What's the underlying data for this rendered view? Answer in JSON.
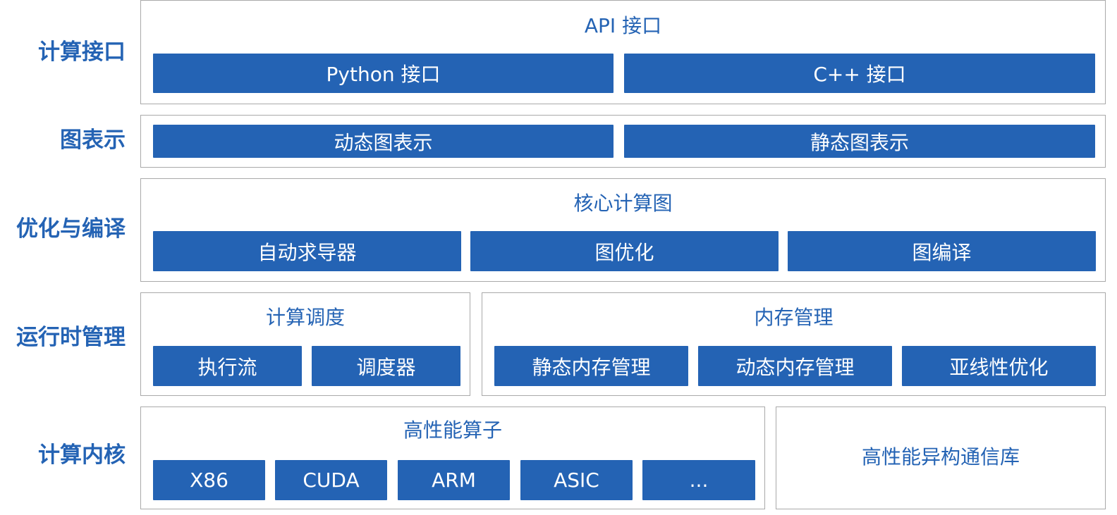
{
  "rows": {
    "interface": {
      "label": "计算接口",
      "title": "API 接口",
      "blocks": [
        "Python 接口",
        "C++ 接口"
      ]
    },
    "graph": {
      "label": "图表示",
      "blocks": [
        "动态图表示",
        "静态图表示"
      ]
    },
    "optimize": {
      "label": "优化与编译",
      "title": "核心计算图",
      "blocks": [
        "自动求导器",
        "图优化",
        "图编译"
      ]
    },
    "runtime": {
      "label": "运行时管理",
      "scheduling": {
        "title": "计算调度",
        "blocks": [
          "执行流",
          "调度器"
        ]
      },
      "memory": {
        "title": "内存管理",
        "blocks": [
          "静态内存管理",
          "动态内存管理",
          "亚线性优化"
        ]
      }
    },
    "kernel": {
      "label": "计算内核",
      "operators": {
        "title": "高性能算子",
        "blocks": [
          "X86",
          "CUDA",
          "ARM",
          "ASIC",
          "..."
        ]
      },
      "comm": {
        "title": "高性能异构通信库"
      }
    }
  },
  "colors": {
    "accent": "#2463b4",
    "border": "#a9a9a9"
  }
}
